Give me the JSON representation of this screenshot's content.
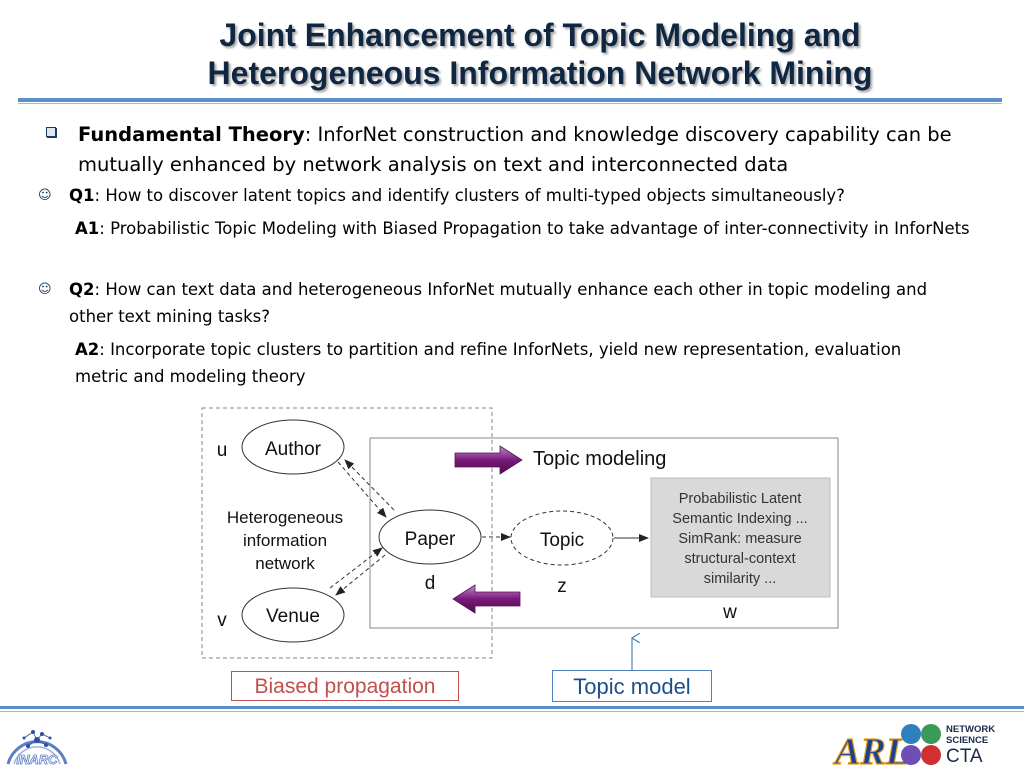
{
  "slide": {
    "title_line1": "Joint Enhancement of Topic Modeling and",
    "title_line2": "Heterogeneous Information Network Mining"
  },
  "bullets": {
    "fundamental_label": "Fundamental Theory",
    "fundamental_text": ": InforNet construction and knowledge discovery capability can be mutually enhanced by network analysis on text and interconnected data",
    "q1_label": "Q1",
    "q1_text": ": How to discover latent topics and identify clusters of multi-typed objects simultaneously?",
    "a1_label": "A1",
    "a1_text": ": Probabilistic Topic Modeling with Biased Propagation to take advantage of inter-connectivity in InforNets",
    "q2_label": "Q2",
    "q2_text": ": How can text data and heterogeneous InforNet mutually enhance each other in topic modeling and other text mining tasks?",
    "a2_label": "A2",
    "a2_text": ": Incorporate topic clusters to partition and refine InforNets, yield new representation, evaluation metric and modeling theory",
    "sub_bullet_glyph": "☺"
  },
  "diagram": {
    "node_author": "Author",
    "node_paper": "Paper",
    "node_venue": "Venue",
    "node_topic": "Topic",
    "var_u": "u",
    "var_v": "v",
    "var_d": "d",
    "var_z": "z",
    "var_w": "w",
    "network_label_1": "Heterogeneous",
    "network_label_2": "information",
    "network_label_3": "network",
    "topic_modeling_label": "Topic modeling",
    "method_line_1": "Probabilistic Latent",
    "method_line_2": "Semantic Indexing ...",
    "method_line_3": "SimRank: measure",
    "method_line_4": "structural-context",
    "method_line_5": "similarity ...",
    "label_biased": "Biased propagation",
    "label_topic_model": "Topic model",
    "arrow_color": "#7a1a7a"
  },
  "footer": {
    "logo_left_text": "INARC",
    "logo_arl_text": "ARL",
    "logo_ns_line1": "NETWORK",
    "logo_ns_line2": "SCIENCE",
    "logo_ns_line3": "CTA"
  }
}
